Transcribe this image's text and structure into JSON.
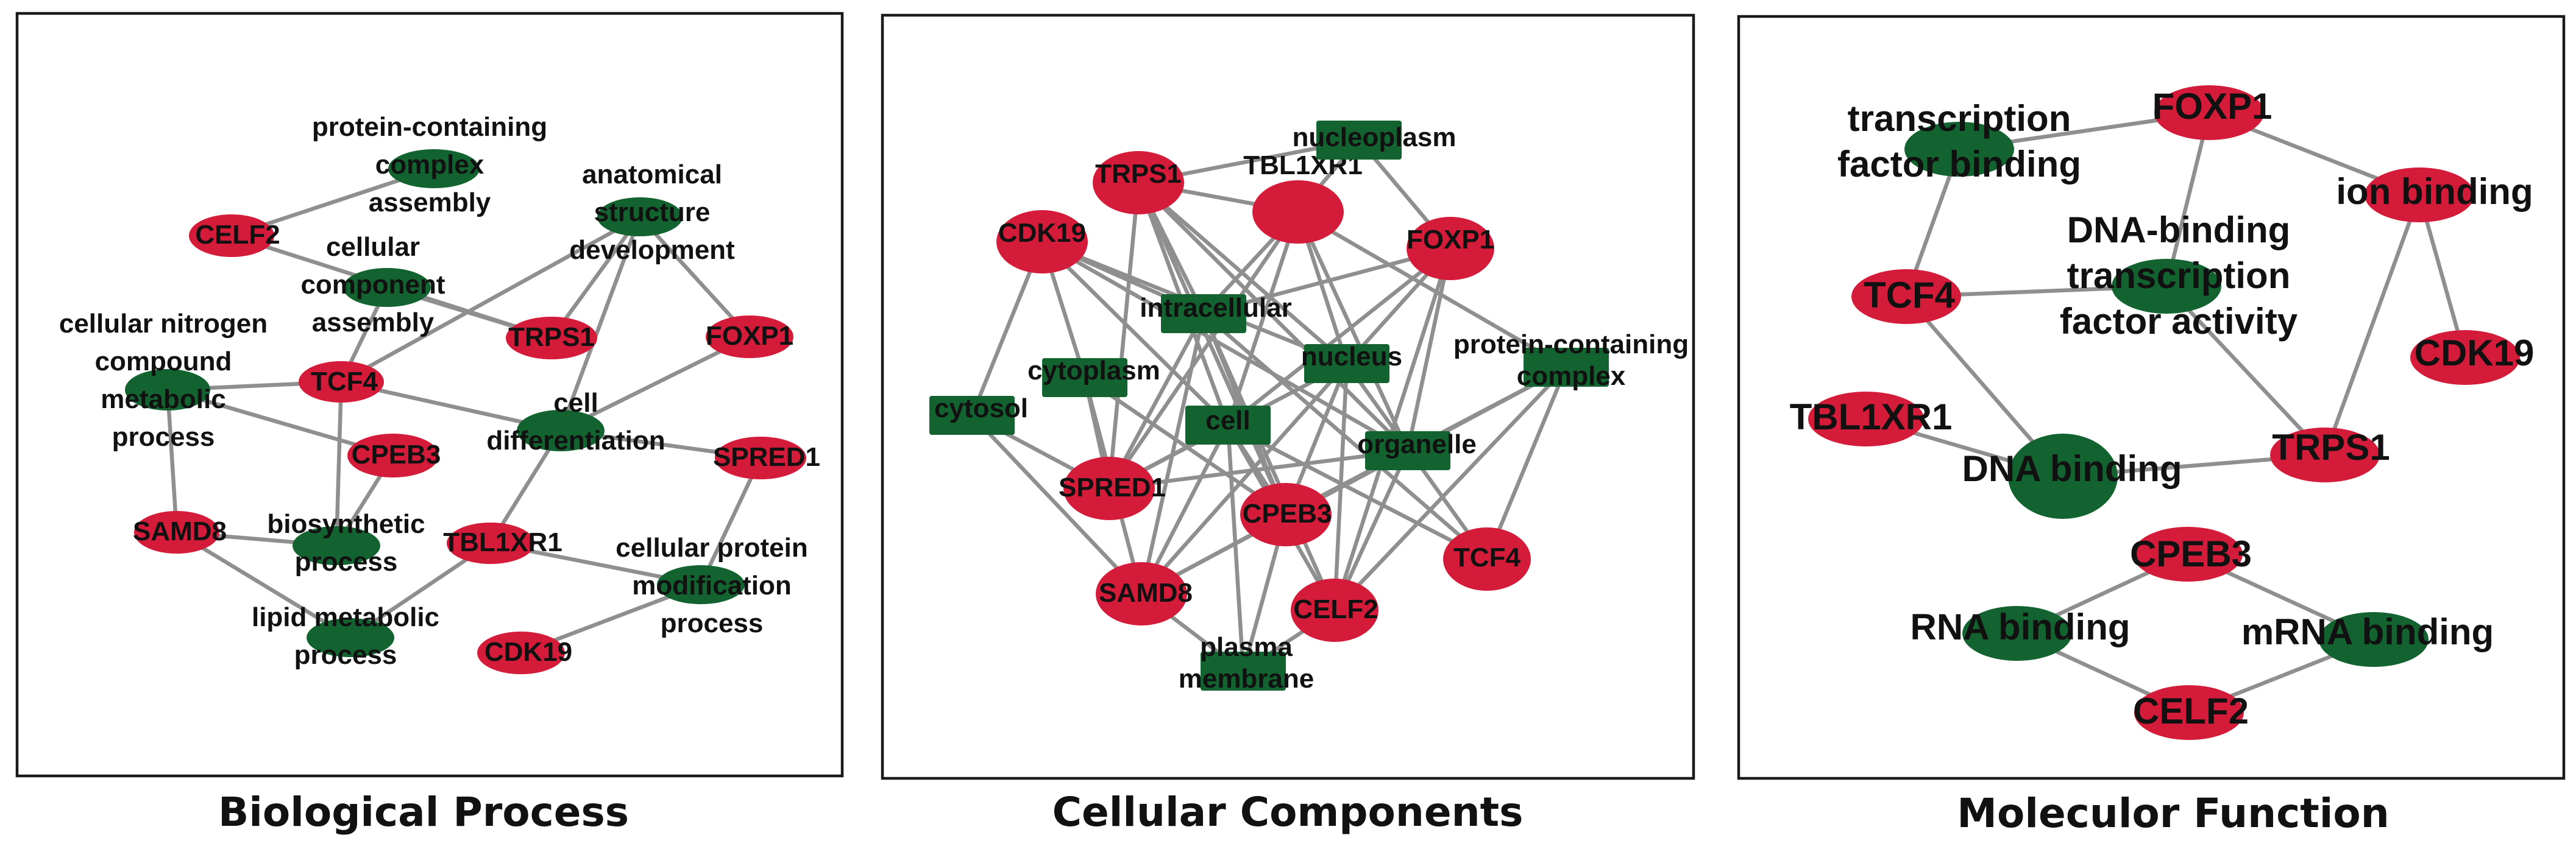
{
  "colors": {
    "gene": "#d41c3a",
    "term": "#136330",
    "edge": "#8f8f8f",
    "frame": "#1a1a1a"
  },
  "panels": [
    {
      "key": "bp",
      "caption": "Biological Process",
      "nodes": [
        {
          "id": "celf2",
          "label": "CELF2",
          "kind": "gene"
        },
        {
          "id": "trps1",
          "label": "TRPS1",
          "kind": "gene"
        },
        {
          "id": "tcf4",
          "label": "TCF4",
          "kind": "gene"
        },
        {
          "id": "foxp1",
          "label": "FOXP1",
          "kind": "gene"
        },
        {
          "id": "cpeb3",
          "label": "CPEB3",
          "kind": "gene"
        },
        {
          "id": "spred1",
          "label": "SPRED1",
          "kind": "gene"
        },
        {
          "id": "samd8",
          "label": "SAMD8",
          "kind": "gene"
        },
        {
          "id": "tbl1xr1",
          "label": "TBL1XR1",
          "kind": "gene"
        },
        {
          "id": "cdk19",
          "label": "CDK19",
          "kind": "gene"
        },
        {
          "id": "pcca",
          "label": [
            "protein-containing",
            "complex",
            "assembly"
          ],
          "kind": "term"
        },
        {
          "id": "asd",
          "label": [
            "anatomical",
            "structure",
            "development"
          ],
          "kind": "term"
        },
        {
          "id": "cca",
          "label": [
            "cellular",
            "component",
            "assembly"
          ],
          "kind": "term"
        },
        {
          "id": "cncmp",
          "label": [
            "cellular nitrogen",
            "compound",
            "metabolic",
            "process"
          ],
          "kind": "term"
        },
        {
          "id": "cdiff",
          "label": [
            "cell",
            "differentiation"
          ],
          "kind": "term"
        },
        {
          "id": "bsp",
          "label": [
            "biosynthetic",
            "process"
          ],
          "kind": "term"
        },
        {
          "id": "cpmp",
          "label": [
            "cellular protein",
            "modification",
            "process"
          ],
          "kind": "term"
        },
        {
          "id": "lmp",
          "label": [
            "lipid metabolic",
            "process"
          ],
          "kind": "term"
        }
      ],
      "edges": [
        [
          "celf2",
          "pcca"
        ],
        [
          "celf2",
          "trps1"
        ],
        [
          "cca",
          "trps1"
        ],
        [
          "cca",
          "tcf4"
        ],
        [
          "asd",
          "tcf4"
        ],
        [
          "asd",
          "trps1"
        ],
        [
          "asd",
          "cdiff"
        ],
        [
          "asd",
          "foxp1"
        ],
        [
          "cncmp",
          "tcf4"
        ],
        [
          "cncmp",
          "cpeb3"
        ],
        [
          "cncmp",
          "samd8"
        ],
        [
          "tcf4",
          "cdiff"
        ],
        [
          "tcf4",
          "bsp"
        ],
        [
          "cdiff",
          "foxp1"
        ],
        [
          "cdiff",
          "spred1"
        ],
        [
          "cdiff",
          "tbl1xr1"
        ],
        [
          "cpeb3",
          "bsp"
        ],
        [
          "samd8",
          "bsp"
        ],
        [
          "samd8",
          "lmp"
        ],
        [
          "tbl1xr1",
          "lmp"
        ],
        [
          "tbl1xr1",
          "cpmp"
        ],
        [
          "spred1",
          "cpmp"
        ],
        [
          "cdk19",
          "cpmp"
        ]
      ]
    },
    {
      "key": "cc",
      "caption": "Cellular Components",
      "nodes": [
        {
          "id": "trps1",
          "label": "TRPS1",
          "kind": "gene"
        },
        {
          "id": "cdk19",
          "label": "CDK19",
          "kind": "gene"
        },
        {
          "id": "tbl1xr1",
          "label": "TBL1XR1",
          "kind": "gene"
        },
        {
          "id": "foxp1",
          "label": "FOXP1",
          "kind": "gene"
        },
        {
          "id": "spred1",
          "label": "SPRED1",
          "kind": "gene"
        },
        {
          "id": "cpeb3",
          "label": "CPEB3",
          "kind": "gene"
        },
        {
          "id": "samd8",
          "label": "SAMD8",
          "kind": "gene"
        },
        {
          "id": "celf2",
          "label": "CELF2",
          "kind": "gene"
        },
        {
          "id": "tcf4",
          "label": "TCF4",
          "kind": "gene"
        },
        {
          "id": "nucleoplasm",
          "label": "nucleoplasm",
          "kind": "term"
        },
        {
          "id": "intracellular",
          "label": "intracellular",
          "kind": "term"
        },
        {
          "id": "nucleus",
          "label": "nucleus",
          "kind": "term"
        },
        {
          "id": "pcc",
          "label": [
            "protein-containing",
            "complex"
          ],
          "kind": "term"
        },
        {
          "id": "cytoplasm",
          "label": "cytoplasm",
          "kind": "term"
        },
        {
          "id": "cytosol",
          "label": "cytosol",
          "kind": "term"
        },
        {
          "id": "cell",
          "label": "cell",
          "kind": "term"
        },
        {
          "id": "organelle",
          "label": "organelle",
          "kind": "term"
        },
        {
          "id": "pm",
          "label": [
            "plasma",
            "membrane"
          ],
          "kind": "term"
        }
      ],
      "edges": [
        [
          "trps1",
          "nucleoplasm"
        ],
        [
          "tbl1xr1",
          "nucleoplasm"
        ],
        [
          "foxp1",
          "nucleoplasm"
        ],
        [
          "trps1",
          "tbl1xr1"
        ],
        [
          "cdk19",
          "intracellular"
        ],
        [
          "cdk19",
          "nucleus"
        ],
        [
          "cdk19",
          "cytosol"
        ],
        [
          "cdk19",
          "cytoplasm"
        ],
        [
          "cdk19",
          "cell"
        ],
        [
          "cdk19",
          "organelle"
        ],
        [
          "trps1",
          "intracellular"
        ],
        [
          "trps1",
          "nucleus"
        ],
        [
          "trps1",
          "cell"
        ],
        [
          "trps1",
          "organelle"
        ],
        [
          "trps1",
          "spred1"
        ],
        [
          "trps1",
          "cpeb3"
        ],
        [
          "tbl1xr1",
          "intracellular"
        ],
        [
          "tbl1xr1",
          "nucleus"
        ],
        [
          "tbl1xr1",
          "cell"
        ],
        [
          "tbl1xr1",
          "organelle"
        ],
        [
          "tbl1xr1",
          "pcc"
        ],
        [
          "tbl1xr1",
          "spred1"
        ],
        [
          "foxp1",
          "intracellular"
        ],
        [
          "foxp1",
          "nucleus"
        ],
        [
          "foxp1",
          "cell"
        ],
        [
          "foxp1",
          "organelle"
        ],
        [
          "foxp1",
          "celf2"
        ],
        [
          "intracellular",
          "spred1"
        ],
        [
          "intracellular",
          "cpeb3"
        ],
        [
          "intracellular",
          "samd8"
        ],
        [
          "intracellular",
          "celf2"
        ],
        [
          "intracellular",
          "tcf4"
        ],
        [
          "nucleus",
          "spred1"
        ],
        [
          "nucleus",
          "cpeb3"
        ],
        [
          "nucleus",
          "samd8"
        ],
        [
          "nucleus",
          "celf2"
        ],
        [
          "nucleus",
          "tcf4"
        ],
        [
          "cytoplasm",
          "spred1"
        ],
        [
          "cytoplasm",
          "cpeb3"
        ],
        [
          "cytoplasm",
          "samd8"
        ],
        [
          "cell",
          "spred1"
        ],
        [
          "cell",
          "cpeb3"
        ],
        [
          "cell",
          "samd8"
        ],
        [
          "cell",
          "celf2"
        ],
        [
          "cell",
          "tcf4"
        ],
        [
          "cell",
          "pm"
        ],
        [
          "organelle",
          "spred1"
        ],
        [
          "organelle",
          "cpeb3"
        ],
        [
          "organelle",
          "samd8"
        ],
        [
          "organelle",
          "celf2"
        ],
        [
          "pcc",
          "cpeb3"
        ],
        [
          "pcc",
          "samd8"
        ],
        [
          "pcc",
          "celf2"
        ],
        [
          "pcc",
          "tcf4"
        ],
        [
          "cpeb3",
          "pm"
        ],
        [
          "samd8",
          "pm"
        ],
        [
          "celf2",
          "pm"
        ],
        [
          "cytosol",
          "spred1"
        ],
        [
          "cytosol",
          "samd8"
        ]
      ]
    },
    {
      "key": "mf",
      "caption": "Moleculor Function",
      "nodes": [
        {
          "id": "tfb",
          "label": [
            "transcription",
            "factor binding"
          ],
          "kind": "term"
        },
        {
          "id": "foxp1",
          "label": "FOXP1",
          "kind": "gene"
        },
        {
          "id": "ionb",
          "label": "ion binding",
          "kind": "gene"
        },
        {
          "id": "dbtfa",
          "label": [
            "DNA-binding",
            "transcription",
            "factor activity"
          ],
          "kind": "term"
        },
        {
          "id": "tcf4",
          "label": "TCF4",
          "kind": "gene"
        },
        {
          "id": "cdk19",
          "label": "CDK19",
          "kind": "gene"
        },
        {
          "id": "tbl1xr1",
          "label": "TBL1XR1",
          "kind": "gene"
        },
        {
          "id": "dnab",
          "label": "DNA binding",
          "kind": "term"
        },
        {
          "id": "trps1",
          "label": "TRPS1",
          "kind": "gene"
        },
        {
          "id": "cpeb3",
          "label": "CPEB3",
          "kind": "gene"
        },
        {
          "id": "rnab",
          "label": "RNA binding",
          "kind": "term"
        },
        {
          "id": "mrnab",
          "label": "mRNA binding",
          "kind": "term"
        },
        {
          "id": "celf2",
          "label": "CELF2",
          "kind": "gene"
        }
      ],
      "edges": [
        [
          "tfb",
          "foxp1"
        ],
        [
          "tfb",
          "tcf4"
        ],
        [
          "foxp1",
          "ionb"
        ],
        [
          "foxp1",
          "dbtfa"
        ],
        [
          "tcf4",
          "dbtfa"
        ],
        [
          "tcf4",
          "dnab"
        ],
        [
          "dbtfa",
          "trps1"
        ],
        [
          "ionb",
          "trps1"
        ],
        [
          "ionb",
          "cdk19"
        ],
        [
          "tbl1xr1",
          "dnab"
        ],
        [
          "dnab",
          "trps1"
        ],
        [
          "cpeb3",
          "rnab"
        ],
        [
          "cpeb3",
          "mrnab"
        ],
        [
          "rnab",
          "celf2"
        ],
        [
          "mrnab",
          "celf2"
        ]
      ]
    }
  ]
}
